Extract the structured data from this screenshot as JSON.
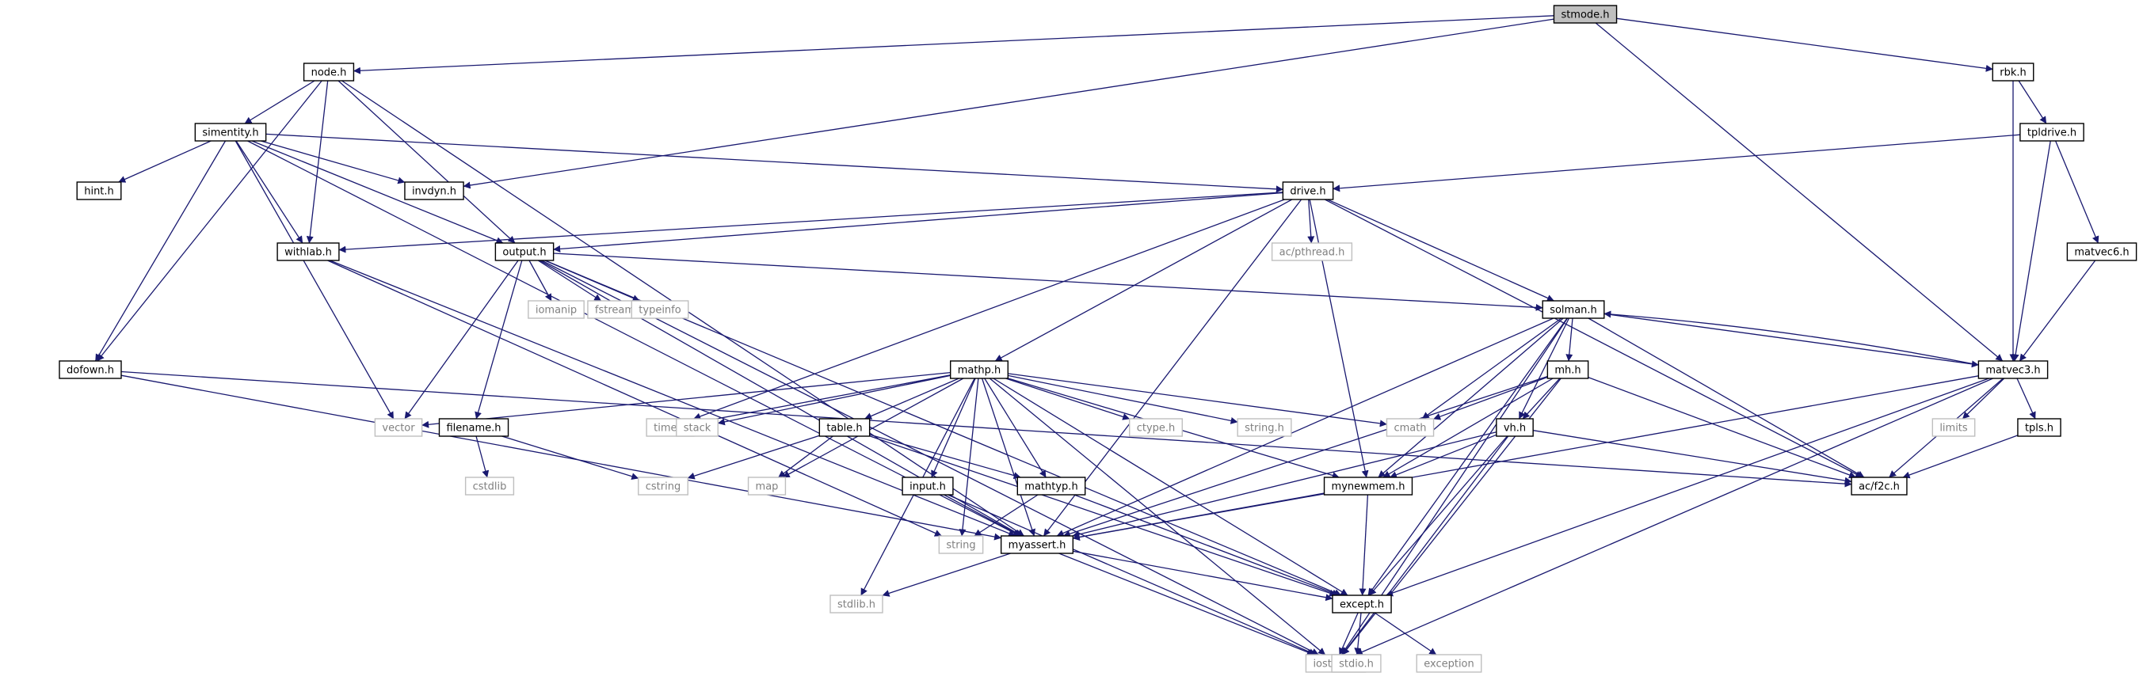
{
  "colors": {
    "edge": "#191970",
    "arrow": "#191970",
    "root_fill": "#bfbfbf",
    "node_border": "#000000",
    "system_border": "#bfbfbf",
    "system_text": "#808080",
    "text": "#000000"
  },
  "nodes": [
    {
      "id": "stmode_h",
      "label": "stmode.h",
      "kind": "root"
    },
    {
      "id": "node_h",
      "label": "node.h",
      "kind": "local"
    },
    {
      "id": "rbk_h",
      "label": "rbk.h",
      "kind": "local"
    },
    {
      "id": "simentity_h",
      "label": "simentity.h",
      "kind": "local"
    },
    {
      "id": "tpldrive_h",
      "label": "tpldrive.h",
      "kind": "local"
    },
    {
      "id": "hint_h",
      "label": "hint.h",
      "kind": "local"
    },
    {
      "id": "invdyn_h",
      "label": "invdyn.h",
      "kind": "local"
    },
    {
      "id": "drive_h",
      "label": "drive.h",
      "kind": "local"
    },
    {
      "id": "withlab_h",
      "label": "withlab.h",
      "kind": "local"
    },
    {
      "id": "output_h",
      "label": "output.h",
      "kind": "local"
    },
    {
      "id": "ac_pthread_h",
      "label": "ac/pthread.h",
      "kind": "system"
    },
    {
      "id": "matvec6_h",
      "label": "matvec6.h",
      "kind": "local"
    },
    {
      "id": "iomanip",
      "label": "iomanip",
      "kind": "system"
    },
    {
      "id": "fstream",
      "label": "fstream",
      "kind": "system"
    },
    {
      "id": "typeinfo",
      "label": "typeinfo",
      "kind": "system"
    },
    {
      "id": "solman_h",
      "label": "solman.h",
      "kind": "local"
    },
    {
      "id": "dofown_h",
      "label": "dofown.h",
      "kind": "local"
    },
    {
      "id": "mathp_h",
      "label": "mathp.h",
      "kind": "local"
    },
    {
      "id": "mh_h",
      "label": "mh.h",
      "kind": "local"
    },
    {
      "id": "matvec3_h",
      "label": "matvec3.h",
      "kind": "local"
    },
    {
      "id": "vector",
      "label": "vector",
      "kind": "system"
    },
    {
      "id": "filename_h",
      "label": "filename.h",
      "kind": "local"
    },
    {
      "id": "time_h",
      "label": "time.h",
      "kind": "system"
    },
    {
      "id": "stack",
      "label": "stack",
      "kind": "system"
    },
    {
      "id": "table_h",
      "label": "table.h",
      "kind": "local"
    },
    {
      "id": "ctype_h",
      "label": "ctype.h",
      "kind": "system"
    },
    {
      "id": "string_h",
      "label": "string.h",
      "kind": "system"
    },
    {
      "id": "cmath",
      "label": "cmath",
      "kind": "system"
    },
    {
      "id": "vh_h",
      "label": "vh.h",
      "kind": "local"
    },
    {
      "id": "limits",
      "label": "limits",
      "kind": "system"
    },
    {
      "id": "tpls_h",
      "label": "tpls.h",
      "kind": "local"
    },
    {
      "id": "cstdlib",
      "label": "cstdlib",
      "kind": "system"
    },
    {
      "id": "cstring",
      "label": "cstring",
      "kind": "system"
    },
    {
      "id": "map",
      "label": "map",
      "kind": "system"
    },
    {
      "id": "input_h",
      "label": "input.h",
      "kind": "local"
    },
    {
      "id": "mathtyp_h",
      "label": "mathtyp.h",
      "kind": "local"
    },
    {
      "id": "mynewmem_h",
      "label": "mynewmem.h",
      "kind": "local"
    },
    {
      "id": "ac_f2c_h",
      "label": "ac/f2c.h",
      "kind": "local"
    },
    {
      "id": "string",
      "label": "string",
      "kind": "system"
    },
    {
      "id": "myassert_h",
      "label": "myassert.h",
      "kind": "local"
    },
    {
      "id": "stdlib_h",
      "label": "stdlib.h",
      "kind": "system"
    },
    {
      "id": "except_h",
      "label": "except.h",
      "kind": "local"
    },
    {
      "id": "iostream",
      "label": "iostream",
      "kind": "system"
    },
    {
      "id": "stdio_h",
      "label": "stdio.h",
      "kind": "system"
    },
    {
      "id": "exception",
      "label": "exception",
      "kind": "system"
    }
  ],
  "edges": [
    [
      "stmode_h",
      "node_h"
    ],
    [
      "stmode_h",
      "invdyn_h"
    ],
    [
      "stmode_h",
      "rbk_h"
    ],
    [
      "stmode_h",
      "matvec3_h"
    ],
    [
      "node_h",
      "simentity_h"
    ],
    [
      "node_h",
      "withlab_h"
    ],
    [
      "node_h",
      "output_h"
    ],
    [
      "node_h",
      "dofown_h"
    ],
    [
      "node_h",
      "myassert_h"
    ],
    [
      "rbk_h",
      "tpldrive_h"
    ],
    [
      "rbk_h",
      "matvec3_h"
    ],
    [
      "tpldrive_h",
      "drive_h"
    ],
    [
      "tpldrive_h",
      "matvec6_h"
    ],
    [
      "tpldrive_h",
      "matvec3_h"
    ],
    [
      "matvec6_h",
      "matvec3_h"
    ],
    [
      "simentity_h",
      "hint_h"
    ],
    [
      "simentity_h",
      "invdyn_h"
    ],
    [
      "simentity_h",
      "drive_h"
    ],
    [
      "simentity_h",
      "withlab_h"
    ],
    [
      "simentity_h",
      "output_h"
    ],
    [
      "simentity_h",
      "dofown_h"
    ],
    [
      "simentity_h",
      "vector"
    ],
    [
      "simentity_h",
      "myassert_h"
    ],
    [
      "drive_h",
      "withlab_h"
    ],
    [
      "drive_h",
      "output_h"
    ],
    [
      "drive_h",
      "ac_pthread_h"
    ],
    [
      "drive_h",
      "solman_h"
    ],
    [
      "drive_h",
      "mathp_h"
    ],
    [
      "drive_h",
      "time_h"
    ],
    [
      "drive_h",
      "mynewmem_h"
    ],
    [
      "drive_h",
      "ac_f2c_h"
    ],
    [
      "drive_h",
      "myassert_h"
    ],
    [
      "withlab_h",
      "myassert_h"
    ],
    [
      "withlab_h",
      "string"
    ],
    [
      "output_h",
      "iomanip"
    ],
    [
      "output_h",
      "fstream"
    ],
    [
      "output_h",
      "typeinfo"
    ],
    [
      "output_h",
      "solman_h"
    ],
    [
      "output_h",
      "vector"
    ],
    [
      "output_h",
      "filename_h"
    ],
    [
      "output_h",
      "myassert_h"
    ],
    [
      "output_h",
      "iostream"
    ],
    [
      "output_h",
      "except_h"
    ],
    [
      "solman_h",
      "matvec3_h"
    ],
    [
      "solman_h",
      "mh_h"
    ],
    [
      "solman_h",
      "vh_h"
    ],
    [
      "solman_h",
      "cmath"
    ],
    [
      "solman_h",
      "mynewmem_h"
    ],
    [
      "solman_h",
      "ac_f2c_h"
    ],
    [
      "solman_h",
      "myassert_h"
    ],
    [
      "solman_h",
      "except_h"
    ],
    [
      "solman_h",
      "iostream"
    ],
    [
      "matvec3_h",
      "solman_h"
    ],
    [
      "matvec3_h",
      "limits"
    ],
    [
      "matvec3_h",
      "tpls_h"
    ],
    [
      "matvec3_h",
      "ac_f2c_h"
    ],
    [
      "matvec3_h",
      "myassert_h"
    ],
    [
      "matvec3_h",
      "except_h"
    ],
    [
      "matvec3_h",
      "iostream"
    ],
    [
      "tpls_h",
      "ac_f2c_h"
    ],
    [
      "mh_h",
      "vh_h"
    ],
    [
      "mh_h",
      "cmath"
    ],
    [
      "mh_h",
      "mynewmem_h"
    ],
    [
      "mh_h",
      "ac_f2c_h"
    ],
    [
      "mh_h",
      "myassert_h"
    ],
    [
      "mh_h",
      "iostream"
    ],
    [
      "vh_h",
      "mynewmem_h"
    ],
    [
      "vh_h",
      "ac_f2c_h"
    ],
    [
      "vh_h",
      "myassert_h"
    ],
    [
      "vh_h",
      "except_h"
    ],
    [
      "vh_h",
      "iostream"
    ],
    [
      "dofown_h",
      "ac_f2c_h"
    ],
    [
      "dofown_h",
      "myassert_h"
    ],
    [
      "filename_h",
      "cstdlib"
    ],
    [
      "filename_h",
      "cstring"
    ],
    [
      "mathp_h",
      "vector"
    ],
    [
      "mathp_h",
      "time_h"
    ],
    [
      "mathp_h",
      "stack"
    ],
    [
      "mathp_h",
      "table_h"
    ],
    [
      "mathp_h",
      "ctype_h"
    ],
    [
      "mathp_h",
      "string_h"
    ],
    [
      "mathp_h",
      "cmath"
    ],
    [
      "mathp_h",
      "map"
    ],
    [
      "mathp_h",
      "input_h"
    ],
    [
      "mathp_h",
      "mathtyp_h"
    ],
    [
      "mathp_h",
      "mynewmem_h"
    ],
    [
      "mathp_h",
      "string"
    ],
    [
      "mathp_h",
      "myassert_h"
    ],
    [
      "mathp_h",
      "stdlib_h"
    ],
    [
      "mathp_h",
      "except_h"
    ],
    [
      "mathp_h",
      "iostream"
    ],
    [
      "table_h",
      "cstring"
    ],
    [
      "table_h",
      "map"
    ],
    [
      "table_h",
      "mathtyp_h"
    ],
    [
      "table_h",
      "except_h"
    ],
    [
      "input_h",
      "myassert_h"
    ],
    [
      "input_h",
      "iostream"
    ],
    [
      "mathtyp_h",
      "string"
    ],
    [
      "mathtyp_h",
      "except_h"
    ],
    [
      "mynewmem_h",
      "myassert_h"
    ],
    [
      "mynewmem_h",
      "except_h"
    ],
    [
      "myassert_h",
      "stdlib_h"
    ],
    [
      "myassert_h",
      "except_h"
    ],
    [
      "myassert_h",
      "iostream"
    ],
    [
      "except_h",
      "iostream"
    ],
    [
      "except_h",
      "stdio_h"
    ],
    [
      "except_h",
      "exception"
    ]
  ]
}
